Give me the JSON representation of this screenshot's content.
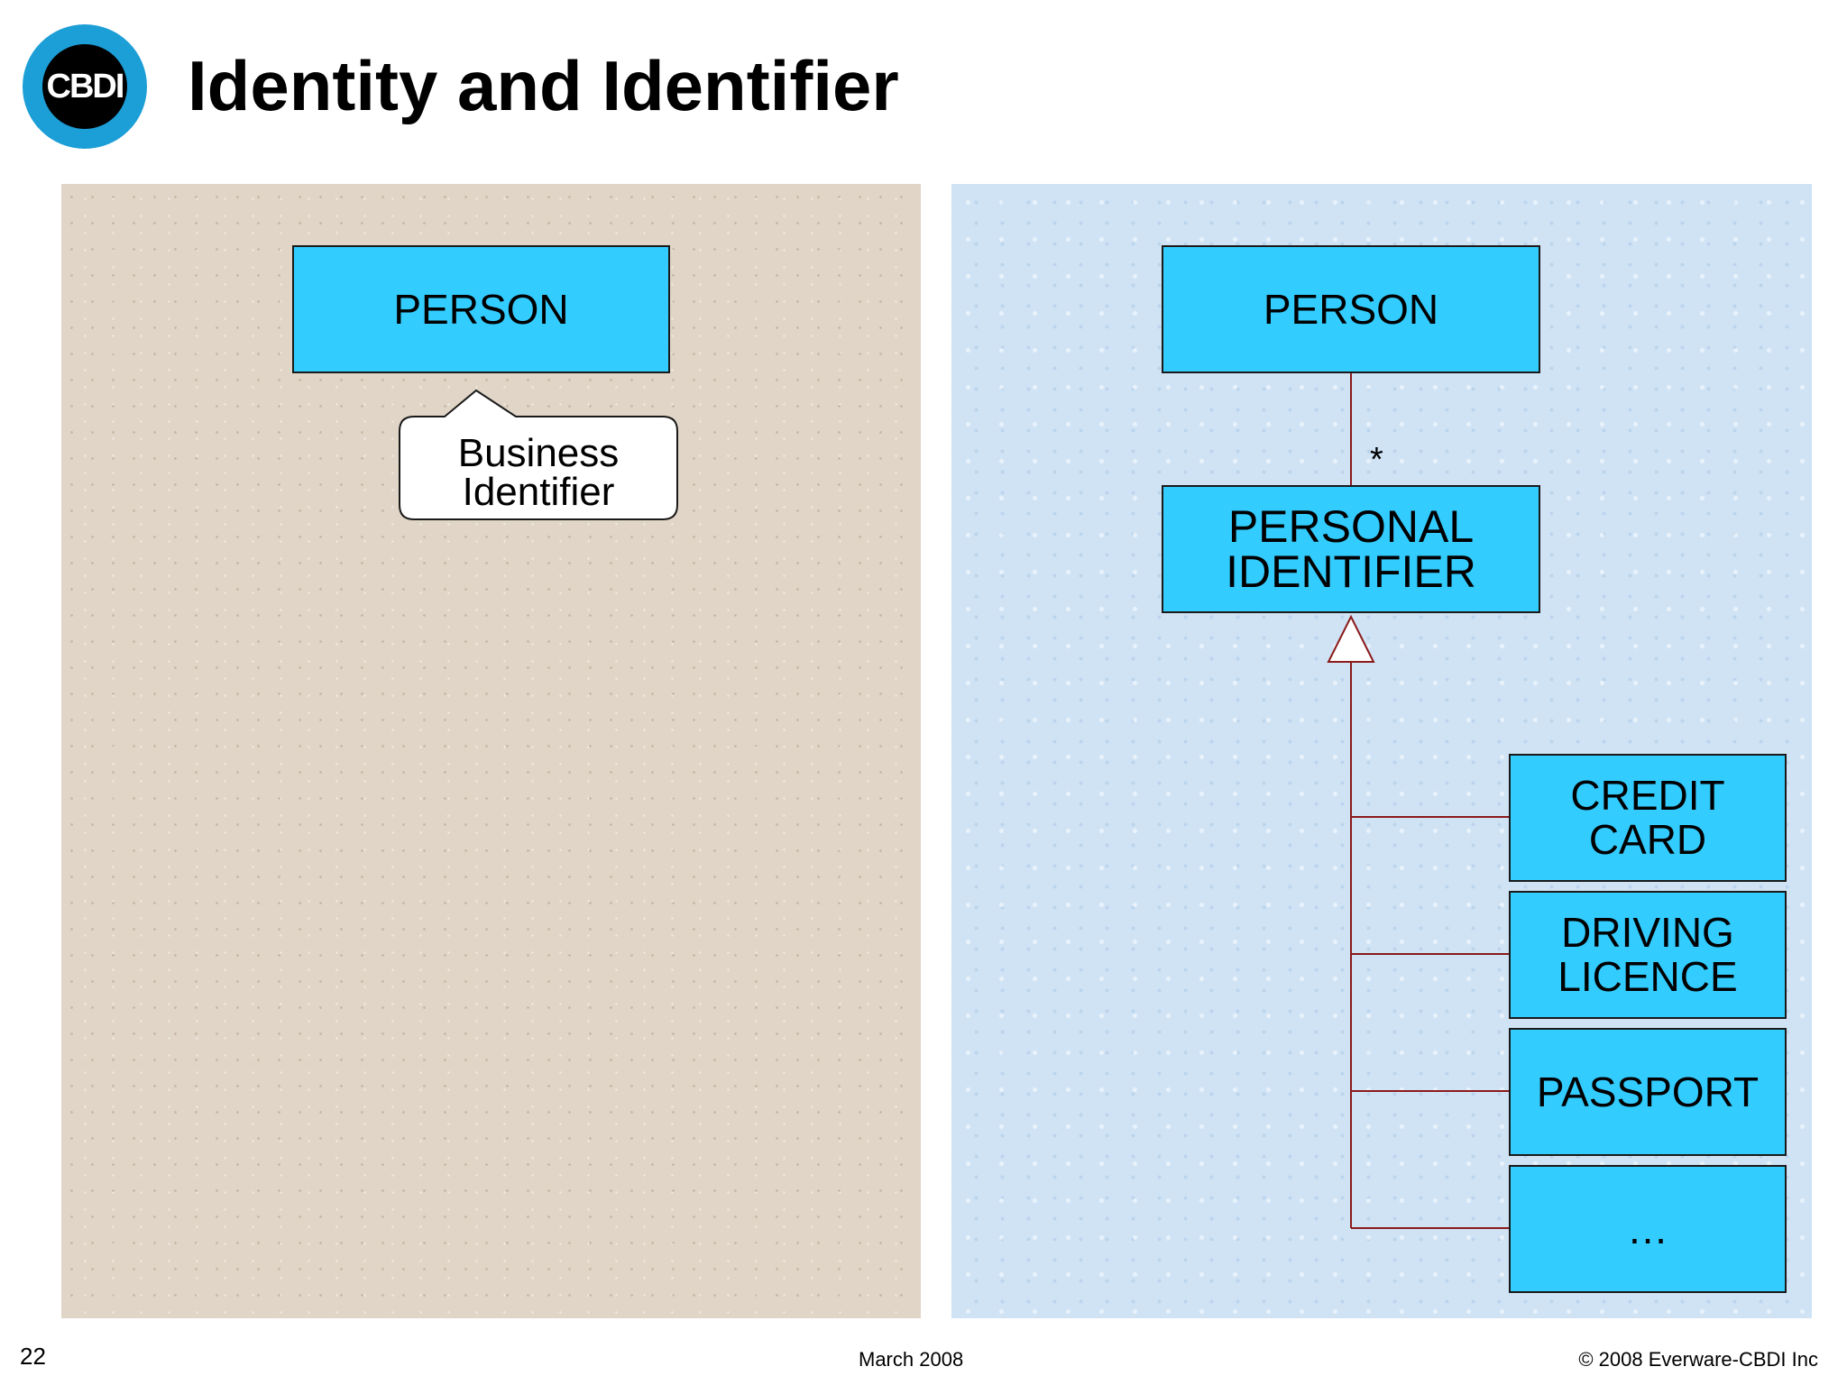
{
  "header": {
    "logo_text": "CBDI",
    "title": "Identity and Identifier"
  },
  "left_diagram": {
    "entity": "PERSON",
    "callout": "Business\nIdentifier"
  },
  "right_diagram": {
    "top_entity": "PERSON",
    "association_multiplicity": "*",
    "identifier_entity": "PERSONAL\nIDENTIFIER",
    "subtypes": [
      {
        "label": "CREDIT\nCARD"
      },
      {
        "label": "DRIVING\nLICENCE"
      },
      {
        "label": "PASSPORT"
      },
      {
        "label": "…"
      }
    ]
  },
  "footer": {
    "page_number": "22",
    "date": "March 2008",
    "copyright": "© 2008 Everware-CBDI Inc"
  },
  "colors": {
    "entity_fill": "#33ccff",
    "connector": "#8b1a1a",
    "logo_ring": "#1c9ed6",
    "left_panel": "#e0d5c6",
    "right_panel": "#cfe3f5"
  }
}
